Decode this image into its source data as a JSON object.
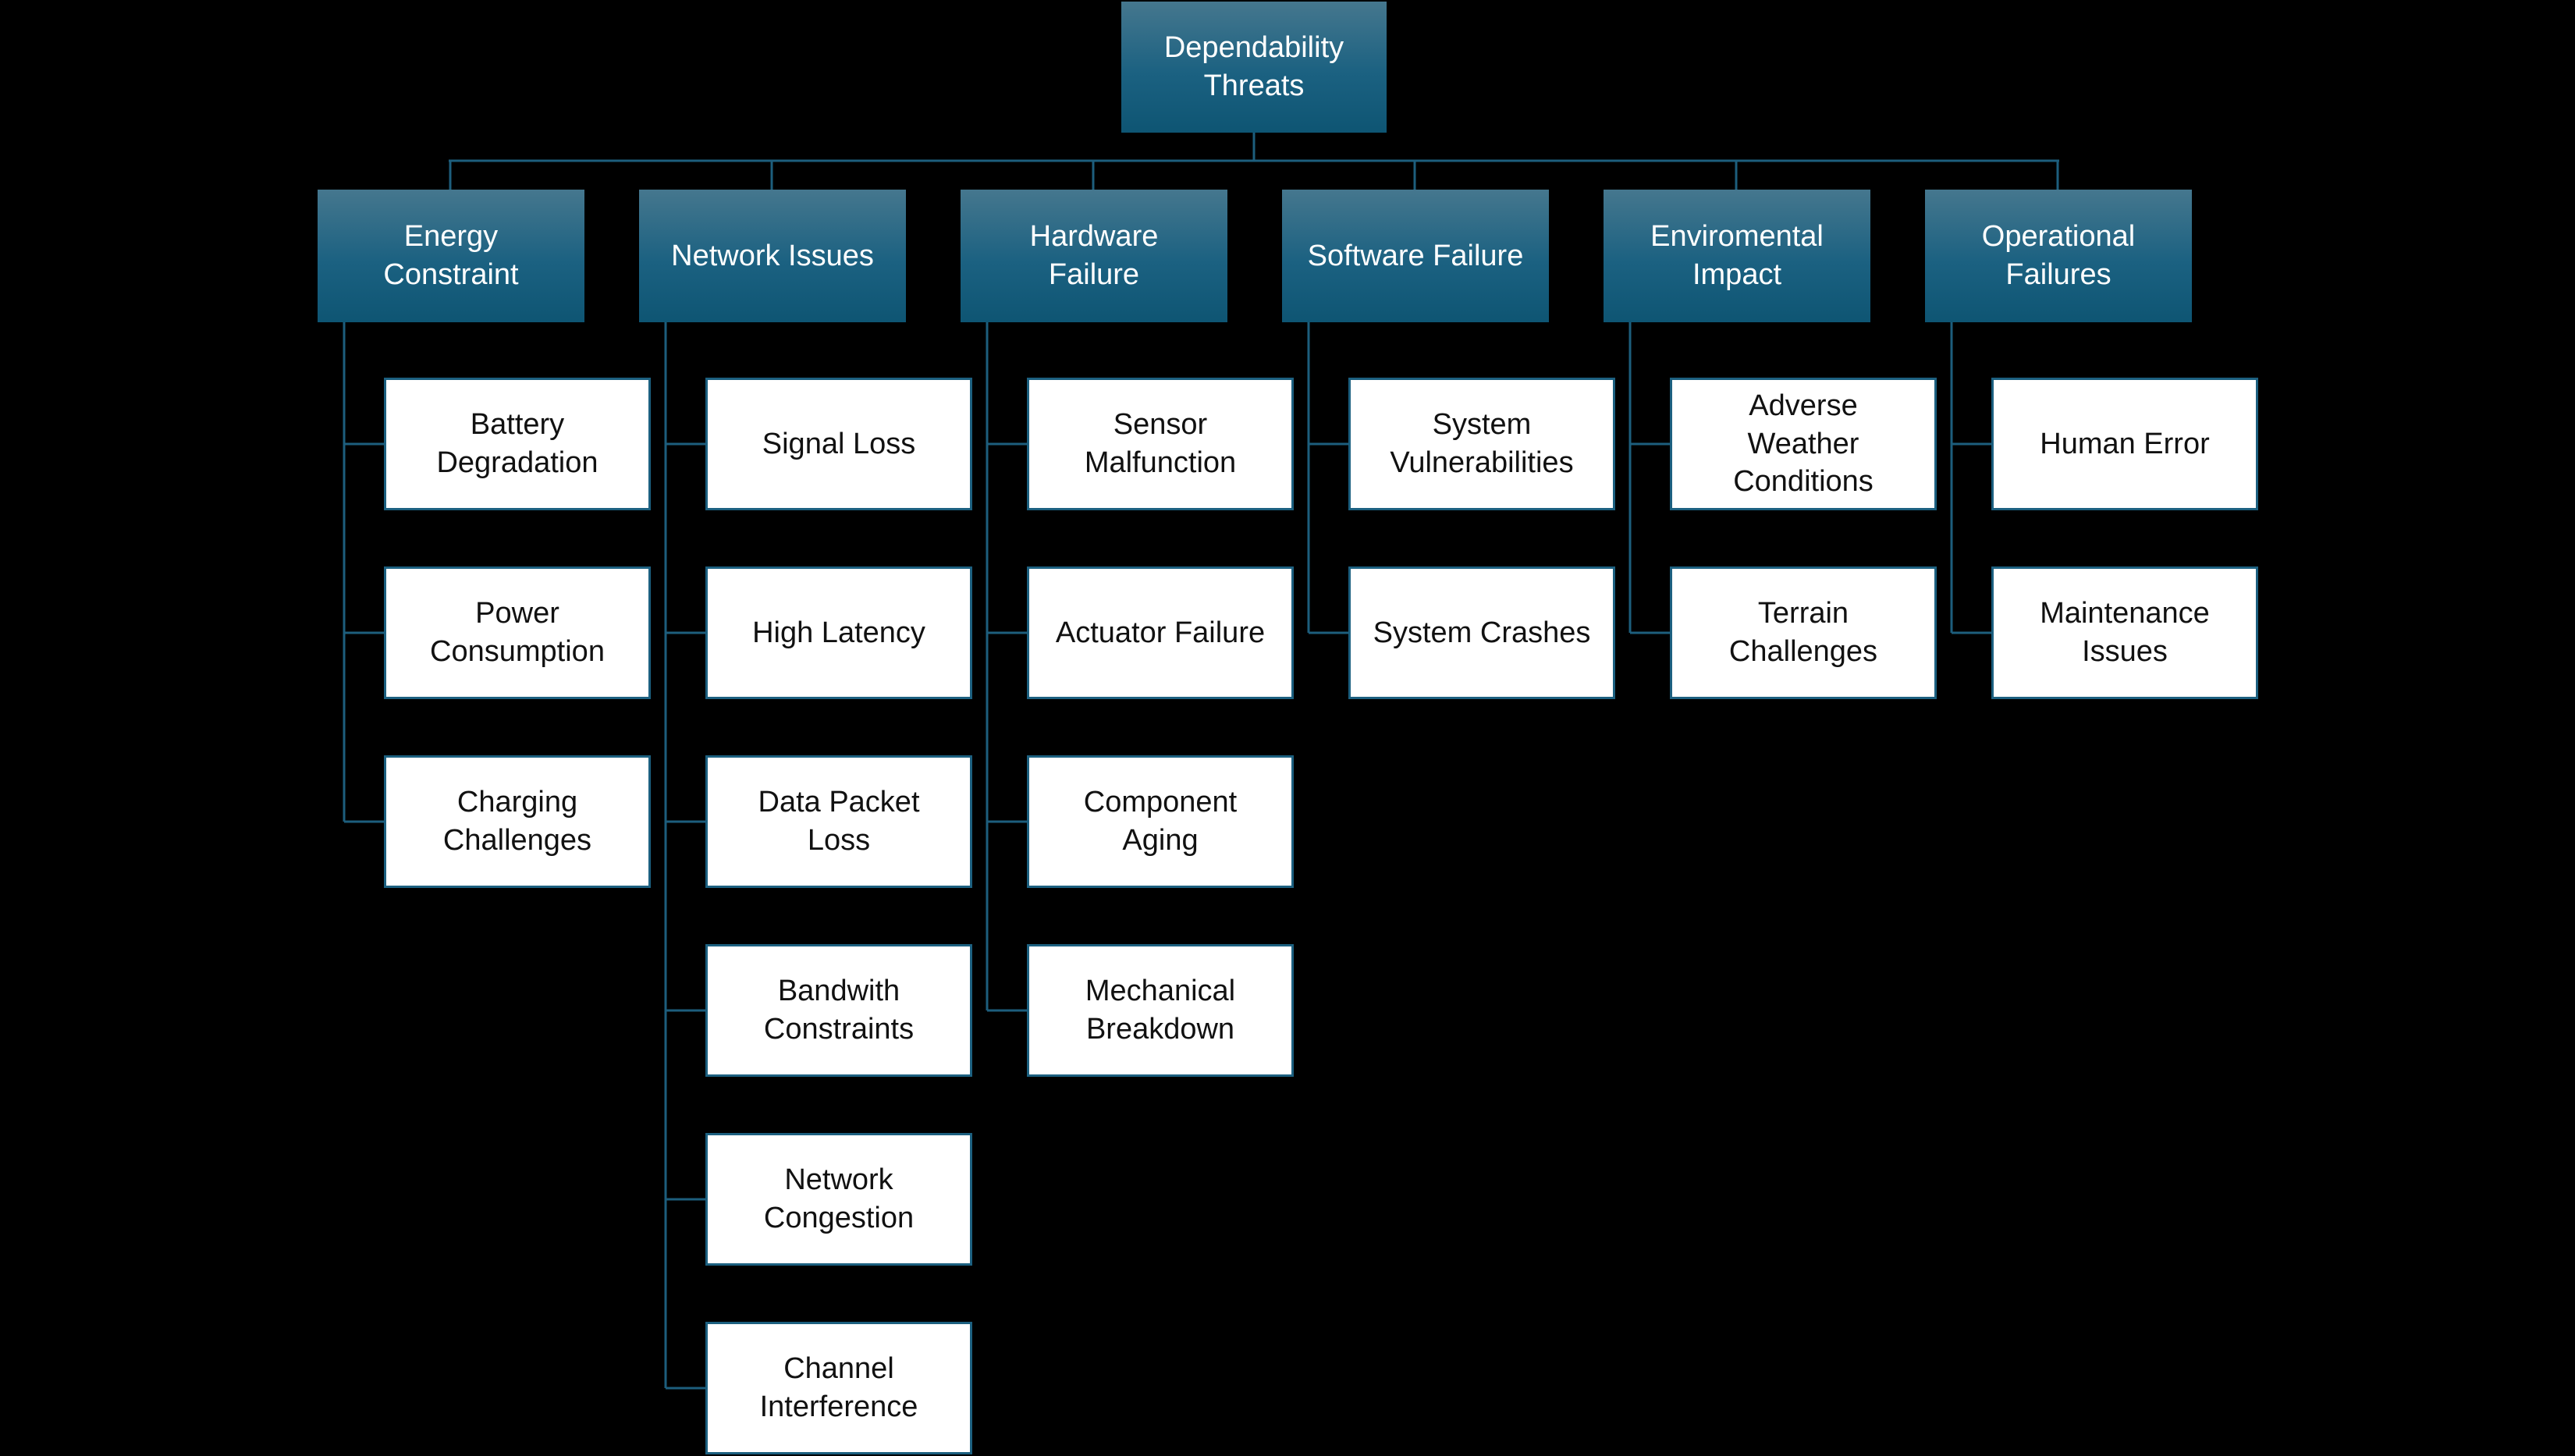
{
  "colors": {
    "background": "#000000",
    "header_gradient_top": "#45778e",
    "header_gradient_bottom": "#0e5573",
    "header_text": "#ffffff",
    "child_fill": "#ffffff",
    "child_border": "#1c6080",
    "child_text": "#111111",
    "connector_line": "#1d5e7d"
  },
  "tree": {
    "root": "Dependability\nThreats",
    "branches": [
      {
        "label": "Energy\nConstraint",
        "children": [
          "Battery\nDegradation",
          "Power\nConsumption",
          "Charging\nChallenges"
        ]
      },
      {
        "label": "Network Issues",
        "children": [
          "Signal Loss",
          "High Latency",
          "Data Packet\nLoss",
          "Bandwith\nConstraints",
          "Network\nCongestion",
          "Channel\nInterference"
        ]
      },
      {
        "label": "Hardware\nFailure",
        "children": [
          "Sensor\nMalfunction",
          "Actuator Failure",
          "Component\nAging",
          "Mechanical\nBreakdown"
        ]
      },
      {
        "label": "Software Failure",
        "children": [
          "System\nVulnerabilities",
          "System Crashes"
        ]
      },
      {
        "label": "Enviromental\nImpact",
        "children": [
          "Adverse\nWeather\nConditions",
          "Terrain\nChallenges"
        ]
      },
      {
        "label": "Operational\nFailures",
        "children": [
          "Human Error",
          "Maintenance\nIssues"
        ]
      }
    ]
  }
}
